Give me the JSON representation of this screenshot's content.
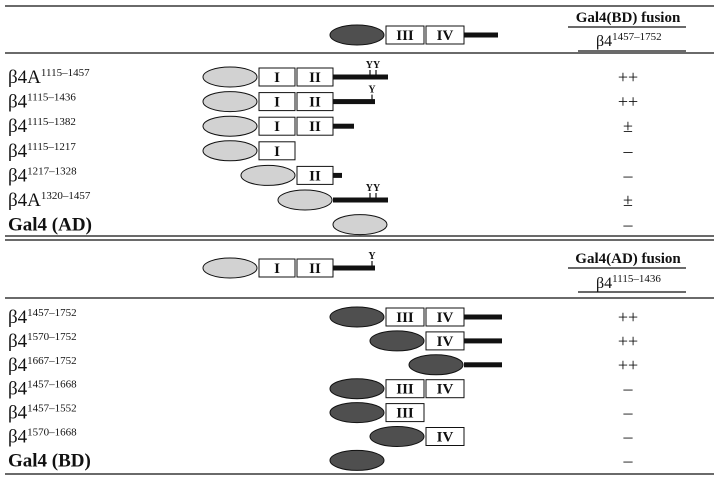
{
  "colors": {
    "light_oval": "#d2d2d2",
    "dark_oval": "#4f4f4f",
    "line": "#111111"
  },
  "panel_a": {
    "header": "Gal4(BD) fusion",
    "bait": {
      "base": "β4",
      "sup": "1457–1752"
    },
    "reference_construct": {
      "domains": [
        "III",
        "IV"
      ],
      "tyr_marks": ""
    },
    "rows": [
      {
        "base": "β4A",
        "sup": "1115–1457",
        "score": "++",
        "domains": [
          "I",
          "II"
        ],
        "tyr_marks": "YY"
      },
      {
        "base": "β4",
        "sup": "1115–1436",
        "score": "++",
        "domains": [
          "I",
          "II"
        ],
        "tyr_marks": "Y"
      },
      {
        "base": "β4",
        "sup": "1115–1382",
        "score": "±",
        "domains": [
          "I",
          "II"
        ],
        "tyr_marks": ""
      },
      {
        "base": "β4",
        "sup": "1115–1217",
        "score": "–",
        "domains": [
          "I"
        ],
        "tyr_marks": ""
      },
      {
        "base": "β4",
        "sup": "1217–1328",
        "score": "–",
        "domains": [
          "II"
        ],
        "tyr_marks": ""
      },
      {
        "base": "β4A",
        "sup": "1320–1457",
        "score": "±",
        "domains": [],
        "tyr_marks": "YY"
      },
      {
        "base": "Gal4 (AD)",
        "sup": "",
        "score": "–",
        "domains": [],
        "tyr_marks": ""
      }
    ]
  },
  "panel_b": {
    "header": "Gal4(AD) fusion",
    "bait": {
      "base": "β4",
      "sup": "1115–1436"
    },
    "reference_construct": {
      "domains": [
        "I",
        "II"
      ],
      "tyr_marks": "Y"
    },
    "rows": [
      {
        "base": "β4",
        "sup": "1457–1752",
        "score": "++",
        "domains": [
          "III",
          "IV"
        ]
      },
      {
        "base": "β4",
        "sup": "1570–1752",
        "score": "++",
        "domains": [
          "IV"
        ]
      },
      {
        "base": "β4",
        "sup": "1667–1752",
        "score": "++",
        "domains": []
      },
      {
        "base": "β4",
        "sup": "1457–1668",
        "score": "–",
        "domains": [
          "III",
          "IV"
        ]
      },
      {
        "base": "β4",
        "sup": "1457–1552",
        "score": "–",
        "domains": [
          "III"
        ]
      },
      {
        "base": "β4",
        "sup": "1570–1668",
        "score": "–",
        "domains": [
          "IV"
        ]
      },
      {
        "base": "Gal4 (BD)",
        "sup": "",
        "score": "–",
        "domains": []
      }
    ]
  }
}
